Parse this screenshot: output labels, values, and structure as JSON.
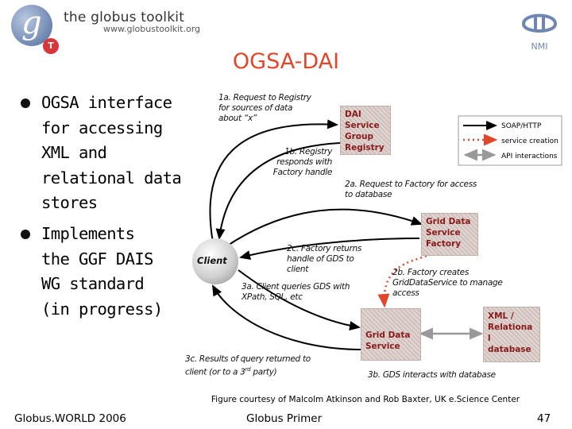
{
  "header": {
    "brand_name": "the globus toolkit",
    "brand_url": "www.globustoolkit.org",
    "logo_letter": "g",
    "logo_badge": "T",
    "nmi_text": "NMI"
  },
  "title": "OGSA-DAI",
  "bullets": [
    {
      "lines": [
        "OGSA interface",
        "for accessing",
        "XML and",
        "relational data",
        "stores"
      ]
    },
    {
      "lines": [
        "Implements",
        "the GGF DAIS",
        "WG standard",
        "(in progress)"
      ]
    }
  ],
  "diagram": {
    "nodes": {
      "registry": [
        "DAI",
        "Service",
        "Group",
        "Registry"
      ],
      "factory": [
        "Grid Data",
        "Service",
        "Factory"
      ],
      "gds": [
        "Grid Data",
        "Service"
      ],
      "database": [
        "XML /",
        "Relationa",
        "l",
        "database"
      ],
      "client": "Client"
    },
    "annotations": {
      "a1a": [
        "1a. Request to Registry",
        "for sources of data",
        "about “x”"
      ],
      "a1b": [
        "1b. Registry",
        "responds with",
        "Factory handle"
      ],
      "a2a": [
        "2a. Request to Factory for access",
        "to database"
      ],
      "a2c": [
        "2c. Factory returns",
        "handle of GDS to",
        "client"
      ],
      "a2b": [
        "2b. Factory creates",
        "GridDataService to manage",
        "access"
      ],
      "a3a": "3a. Client queries GDS with XPath, SQL, etc",
      "a3c_line1": "3c. Results of query returned to",
      "a3c_line2_pre": "client (or to a 3",
      "a3c_sup": "rd",
      "a3c_line2_post": " party)",
      "a3b": "3b. GDS interacts with database"
    },
    "legend": [
      {
        "label": "SOAP/HTTP",
        "style": "solid",
        "color": "#000000"
      },
      {
        "label": "service creation",
        "style": "dotted",
        "color": "#e2462b"
      },
      {
        "label": "API interactions",
        "style": "arrow-double",
        "color": "#999999"
      }
    ]
  },
  "caption": "Figure courtesy of Malcolm Atkinson and Rob Baxter, UK e.Science Center",
  "footer": {
    "left": "Globus.WORLD 2006",
    "center": "Globus Primer",
    "page": "47"
  },
  "colors": {
    "title": "#e2462b",
    "box_text": "#8a1a1a",
    "box_bg": "#d8c8c4"
  }
}
